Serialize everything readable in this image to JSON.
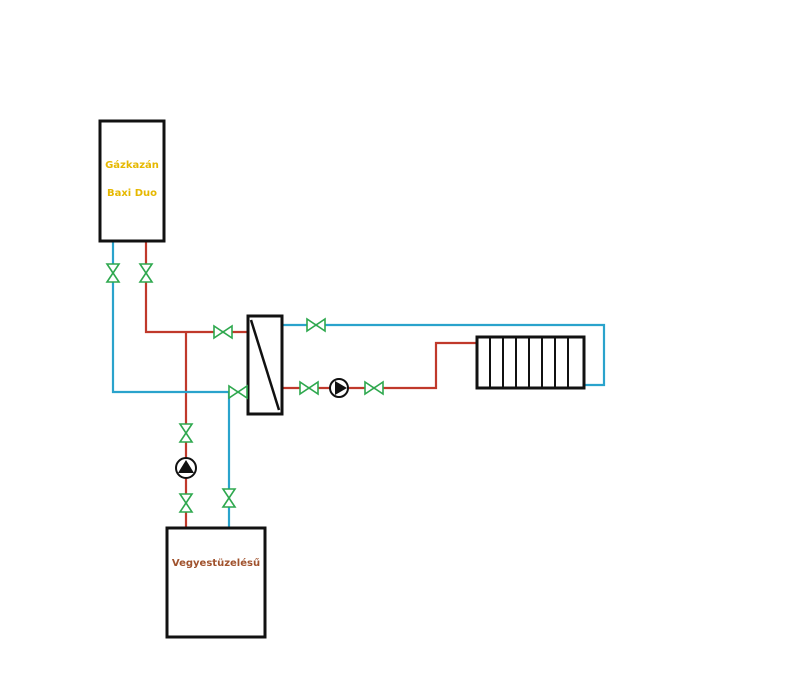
{
  "boiler_gas": {
    "line1": "Gázkazán",
    "line2": "Baxi Duo",
    "text_color": "#e6b800"
  },
  "boiler_multi": {
    "label": "Vegyestüzelésű",
    "text_color": "#a0522d"
  },
  "colors": {
    "hot_pipe": "#c0392b",
    "cold_pipe": "#2aa3cc",
    "valve": "#2ea84e",
    "outline": "#111111"
  },
  "icons": {
    "valve": "gate-valve-icon",
    "pump": "circulation-pump-icon",
    "heat_exchanger": "heat-exchanger-icon",
    "radiator": "radiator-icon"
  }
}
